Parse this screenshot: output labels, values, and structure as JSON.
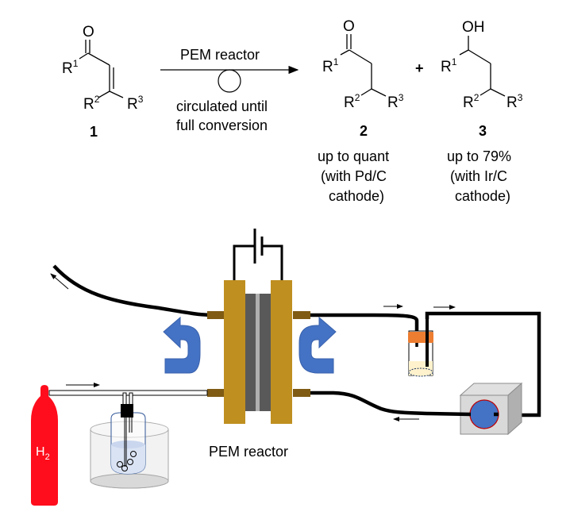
{
  "scheme": {
    "reactant": {
      "number": "1",
      "carbonyl_atom": "O",
      "substituents": {
        "r1": "R",
        "r1_sup": "1",
        "r2": "R",
        "r2_sup": "2",
        "r3": "R",
        "r3_sup": "3"
      }
    },
    "arrow": {
      "label_top": "PEM reactor",
      "label_bottom_line1": "circulated until",
      "label_bottom_line2": "full conversion"
    },
    "product_2": {
      "number": "2",
      "carbonyl_atom": "O",
      "substituents": {
        "r1": "R",
        "r1_sup": "1",
        "r2": "R",
        "r2_sup": "2",
        "r3": "R",
        "r3_sup": "3"
      },
      "yield_line1": "up to quant",
      "yield_line2": "(with Pd/C",
      "yield_line3": "cathode)"
    },
    "plus": "+",
    "product_3": {
      "number": "3",
      "hydroxyl_group": "OH",
      "substituents": {
        "r1": "R",
        "r1_sup": "1",
        "r2": "R",
        "r2_sup": "2",
        "r3": "R",
        "r3_sup": "3"
      },
      "yield_line1": "up to 79%",
      "yield_line2": "(with Ir/C",
      "yield_line3": "cathode)"
    }
  },
  "apparatus": {
    "cylinder_label": "H",
    "cylinder_label_sub": "2",
    "reactor_label": "PEM reactor",
    "colors": {
      "cylinder": "#ff0d1c",
      "electrode_plate": "#bf8f20",
      "fitting": "#7f5b13",
      "membrane_assembly": "#595959",
      "membrane": "#b0b0b0",
      "flow_arrow": "#4472c4",
      "vial_cap": "#ed7d31",
      "vial_liquid": "#fff2cc",
      "pump_body": "#d9d9d9",
      "pump_rotor": "#4472c4",
      "pump_rotor_border": "#c00000",
      "tubing": "#000000",
      "bubbler_liquid": "#dae3f3"
    }
  }
}
